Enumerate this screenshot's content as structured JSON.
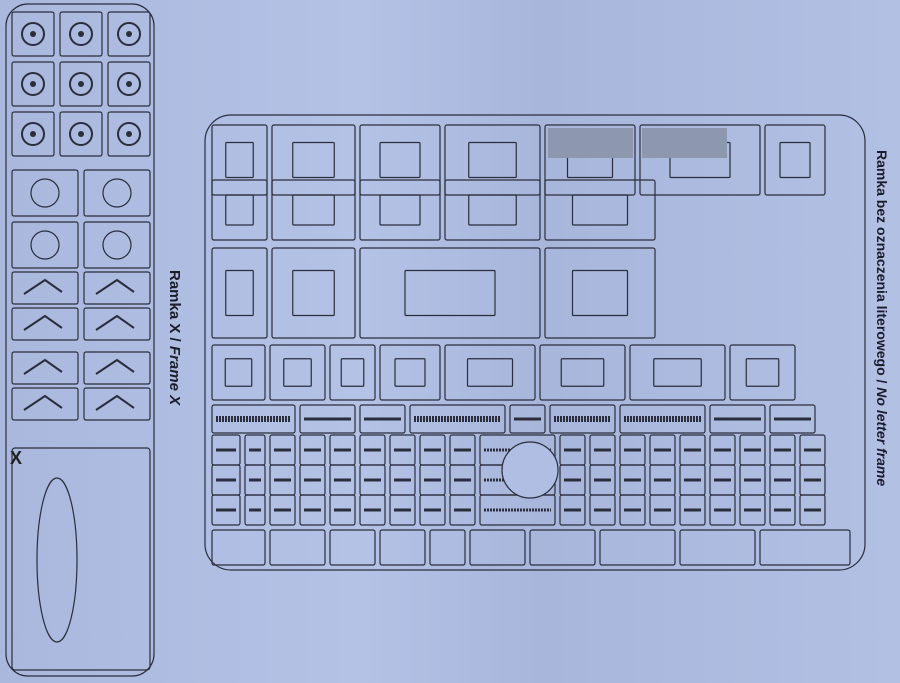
{
  "frame_x": {
    "title_pl": "Ramka X /",
    "title_en": " Frame X",
    "marker": "X"
  },
  "no_letter_frame": {
    "title_pl": "Ramka bez oznaczenia literowego /",
    "title_en": " No letter frame"
  },
  "colors": {
    "paper": "#b0bee4",
    "line": "#2a2e3c"
  }
}
